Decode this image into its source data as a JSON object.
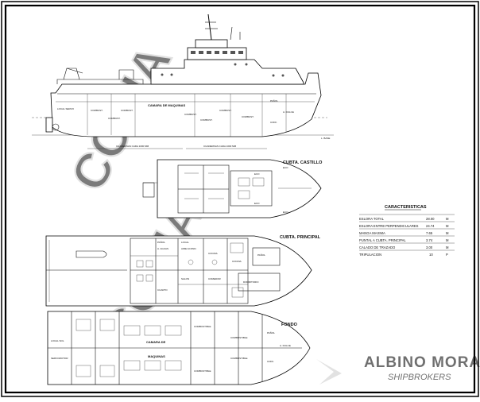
{
  "profile": {
    "baseline_label": "L. BASE",
    "spacing_left": "CUADERNAS CADA 1000 MM",
    "spacing_right": "CUADERNAS CADA 1000 MM",
    "room_labels": [
      "LOCAL SERVO",
      "COMBUST.",
      "COMBUST.",
      "COMBUST.",
      "CAMARA DE MAQUINAS",
      "COMBUST.",
      "COMBUST.",
      "COMBUST.",
      "COMBUST.",
      "PAÑOL",
      "A. DULCE",
      "COFF."
    ]
  },
  "deck_castillo": {
    "title": "CUBTA. CASTILLO",
    "labels": [
      "ECO",
      "ECO",
      "ECO",
      "ECO"
    ]
  },
  "deck_principal": {
    "title": "CUBTA. PRINCIPAL",
    "labels": [
      "PAÑOL",
      "A. AGUAS",
      "LOCAL",
      "AIRE ACOND.",
      "COCINA",
      "SALON",
      "COMEDOR",
      "CUARTO",
      "COCINA",
      "PAÑOL",
      "DORMITORIO"
    ]
  },
  "deck_fondo": {
    "title": "FONDO",
    "labels": [
      "LOCAL SOL",
      "SERVOMOTOR",
      "CAMARA DE",
      "MAQUINAS",
      "COMBUSTIBLE",
      "COMBUSTIBLE",
      "COMBUSTIBLE",
      "COMBUSTIBLE",
      "PAÑOL",
      "A. DULCE",
      "COFF."
    ]
  },
  "specs": {
    "title": "CARACTERISTICAS",
    "rows": [
      {
        "label": "ESLORA TOTAL",
        "value": "28.00",
        "unit": "M"
      },
      {
        "label": "ESLORA ENTRE PERPENDICULARES",
        "value": "24.74",
        "unit": "M"
      },
      {
        "label": "MANGA MAXIMA",
        "value": "7.65",
        "unit": "M"
      },
      {
        "label": "PUNTAL A CUBTA. PRINCIPAL",
        "value": "3.74",
        "unit": "M"
      },
      {
        "label": "CALADO DE TRAZADO",
        "value": "3.00",
        "unit": "M"
      },
      {
        "label": "TRIPULACION",
        "value": "10",
        "unit": "P"
      }
    ]
  },
  "watermark": {
    "text": "COPIA",
    "brand_line1": "ALBINO MORAN",
    "brand_line2": "SHIPBROKERS"
  },
  "colors": {
    "line": "#111111",
    "watermark": "#d9d9d9",
    "brand": "#c8c8c8"
  }
}
